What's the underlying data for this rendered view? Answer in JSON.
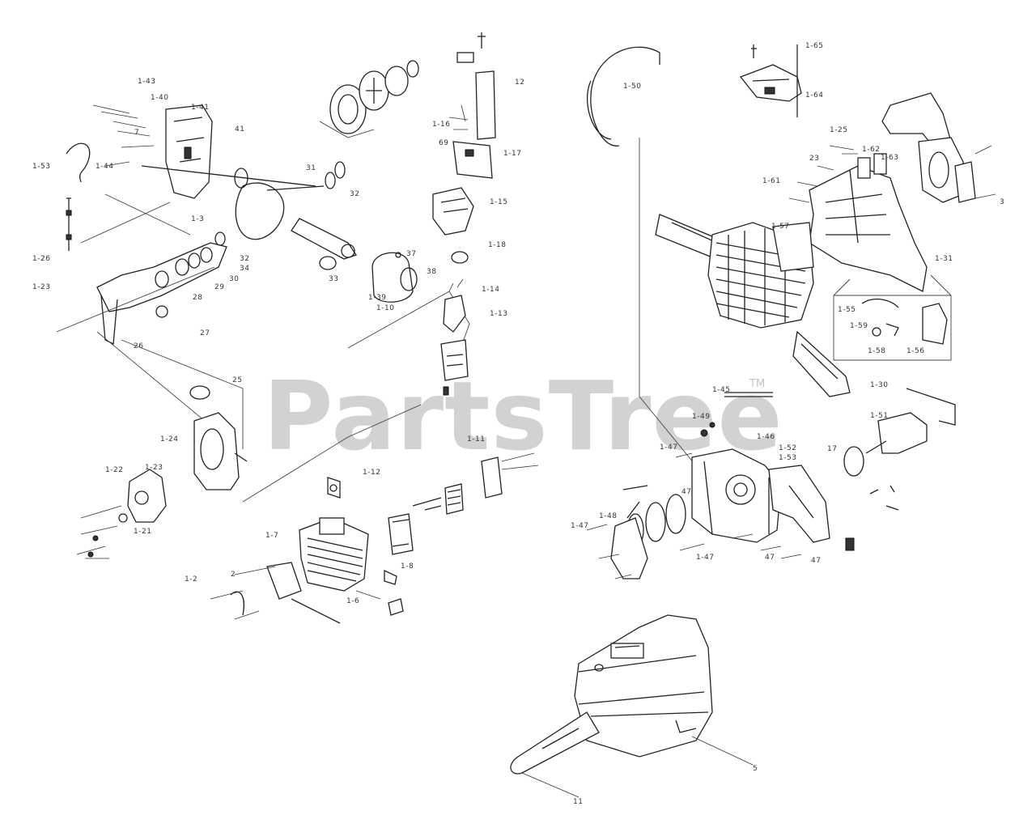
{
  "watermark": {
    "text": "PartsTree",
    "trademark": "TM"
  },
  "callouts": {
    "c_43": "1-43",
    "c_1_40": "1-40",
    "c_1_41": "1-41",
    "c_41": "41",
    "c_1_53": "1-53",
    "c_7": "7",
    "c_1_44": "1-44",
    "c_1_26": "1-26",
    "c_1_23_left": "1-23",
    "c_1_3": "1-3",
    "c_31": "31",
    "c_32a": "32",
    "c_32b": "32",
    "c_34": "34",
    "c_30": "30",
    "c_29": "29",
    "c_28": "28",
    "c_27": "27",
    "c_26": "26",
    "c_25": "25",
    "c_1_24": "1-24",
    "c_1_22": "1-22",
    "c_1_23_mid": "1-23",
    "c_1_21": "1-21",
    "c_33": "33",
    "c_37": "37",
    "c_38": "38",
    "c_1_39": "1-39",
    "c_1_10": "1-10",
    "c_1_16": "1-16",
    "c_69": "69",
    "c_1_17": "1-17",
    "c_1_15": "1-15",
    "c_1_18": "1-18",
    "c_12": "12",
    "c_1_14": "1-14",
    "c_1_13": "1-13",
    "c_1_12": "1-12",
    "c_1_11": "1-11",
    "c_1_7": "1-7",
    "c_1_2": "1-2",
    "c_2": "2",
    "c_1_8": "1-8",
    "c_1_6": "1-6",
    "c_1_50": "1-50",
    "c_1_64": "1-64",
    "c_1_65": "1-65",
    "c_1_25": "1-25",
    "c_23": "23",
    "c_1_62": "1-62",
    "c_1_63": "1-63",
    "c_1_61": "1-61",
    "c_1_31": "1-31",
    "c_3": "3",
    "c_1_57": "1-57",
    "c_1_55": "1-55",
    "c_1_59": "1-59",
    "c_1_58": "1-58",
    "c_1_56": "1-56",
    "c_1_30": "1-30",
    "c_1_51": "1-51",
    "c_1_49": "1-49",
    "c_1_48": "1-48",
    "c_1_47a": "1-47",
    "c_1_47b": "1-47",
    "c_1_47c": "1-47",
    "c_47a": "47",
    "c_47b": "47",
    "c_47c": "47",
    "c_1_52": "1-52",
    "c_1_53b": "1-53",
    "c_1_45": "1-45",
    "c_1_46": "1-46",
    "c_17": "17",
    "c_11": "11",
    "c_5": "5"
  }
}
